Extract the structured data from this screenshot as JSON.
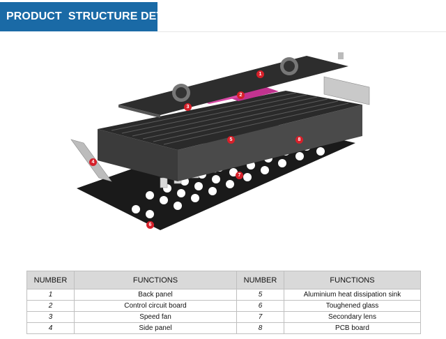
{
  "banner": {
    "title": "PRODUCT  STRUCTURE DETAIL"
  },
  "callouts": [
    "1",
    "2",
    "3",
    "4",
    "5",
    "6",
    "7",
    "8"
  ],
  "table": {
    "headers": [
      "NUMBER",
      "FUNCTIONS",
      "NUMBER",
      "FUNCTIONS"
    ],
    "rows": [
      {
        "num_a": "1",
        "func_a": "Back panel",
        "num_b": "5",
        "func_b": "Aluminium heat dissipation sink"
      },
      {
        "num_a": "2",
        "func_a": "Control circuit board",
        "num_b": "6",
        "func_b": "Toughened glass"
      },
      {
        "num_a": "3",
        "func_a": "Speed fan",
        "num_b": "7",
        "func_b": "Secondary lens"
      },
      {
        "num_a": "4",
        "func_a": "Side panel",
        "num_b": "8",
        "func_b": "PCB board"
      }
    ]
  }
}
